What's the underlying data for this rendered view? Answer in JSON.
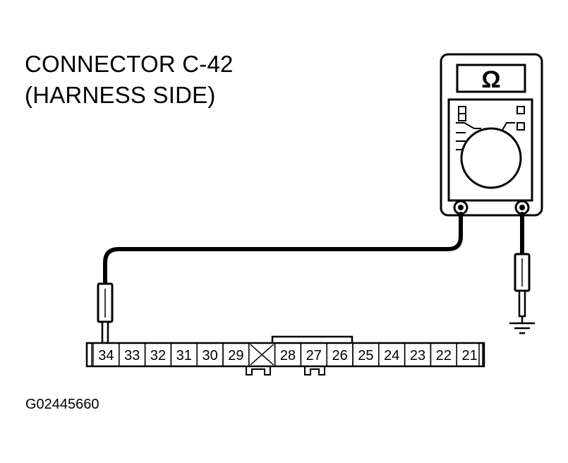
{
  "title": {
    "line1": "CONNECTOR C-42",
    "line2": "(HARNESS SIDE)"
  },
  "figure_code": "G02445660",
  "meter": {
    "display_symbol": "Ω"
  },
  "connector": {
    "pins": [
      "34",
      "33",
      "32",
      "31",
      "30",
      "29",
      "X",
      "28",
      "27",
      "26",
      "25",
      "24",
      "23",
      "22",
      "21"
    ],
    "probed_pin": "34"
  },
  "colors": {
    "line": "#000000",
    "background": "#ffffff"
  }
}
